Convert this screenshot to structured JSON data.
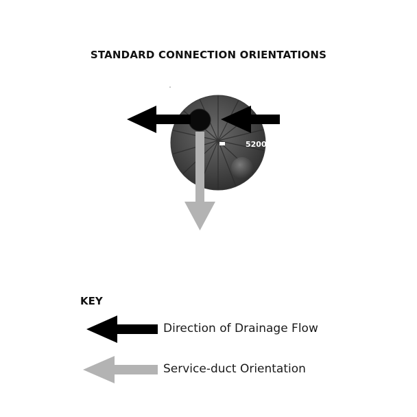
{
  "title": "STANDARD CONNECTION ORIENTATIONS",
  "tank": {
    "model_label": "5200"
  },
  "key": {
    "heading": "KEY",
    "items": [
      {
        "label": "Direction of Drainage Flow",
        "arrow_color": "#000000"
      },
      {
        "label": "Service-duct Orientation",
        "arrow_color": "#b3b3b3"
      }
    ]
  },
  "colors": {
    "drainage_arrow": "#000000",
    "service_arrow": "#b3b3b3",
    "tank_body": "#4a4a4a"
  }
}
